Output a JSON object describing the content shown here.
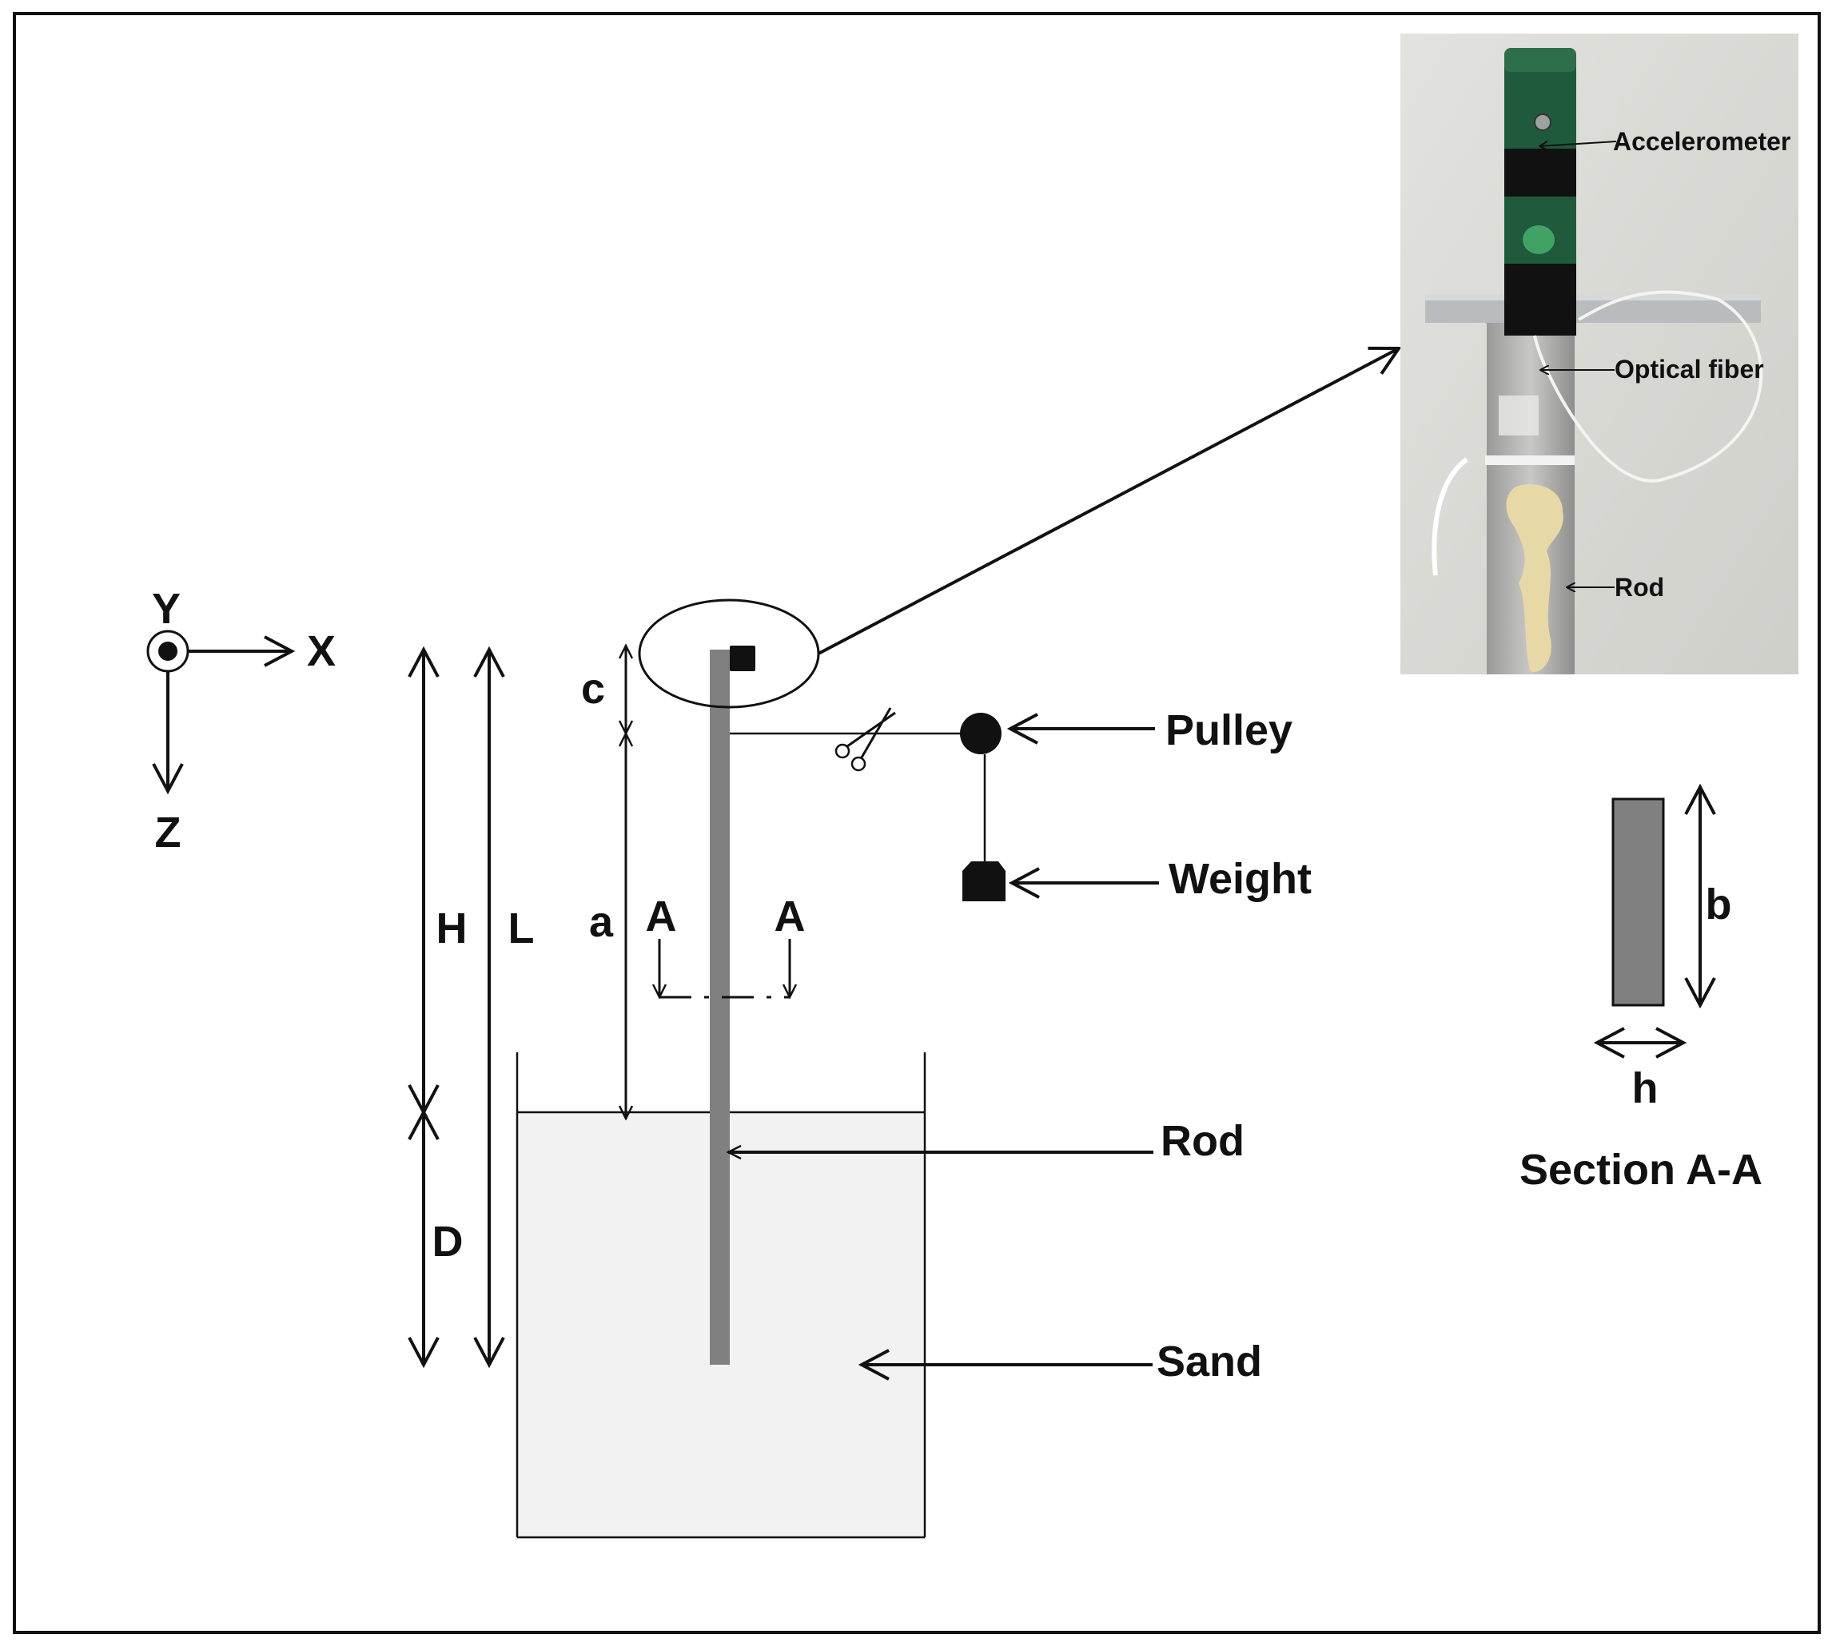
{
  "axes": {
    "y": "Y",
    "x": "X",
    "z": "Z"
  },
  "dimensions": {
    "H": "H",
    "L": "L",
    "a": "a",
    "c": "c",
    "D": "D"
  },
  "section_marks": {
    "left": "A",
    "right": "A"
  },
  "callouts": {
    "pulley": "Pulley",
    "weight": "Weight",
    "rod": "Rod",
    "sand": "Sand"
  },
  "section": {
    "b": "b",
    "h": "h",
    "title": "Section A-A"
  },
  "photo": {
    "accelerometer": "Accelerometer",
    "optical_fiber": "Optical fiber",
    "rod": "Rod"
  },
  "colors": {
    "rod": "#808080",
    "sand": "#f2f2f2",
    "line": "#111111",
    "photo_bg": "#d8d8d4",
    "sensor": "#1f5a3c",
    "putty": "#e7d9a6"
  },
  "icons": {
    "scissors": "scissors-icon"
  }
}
